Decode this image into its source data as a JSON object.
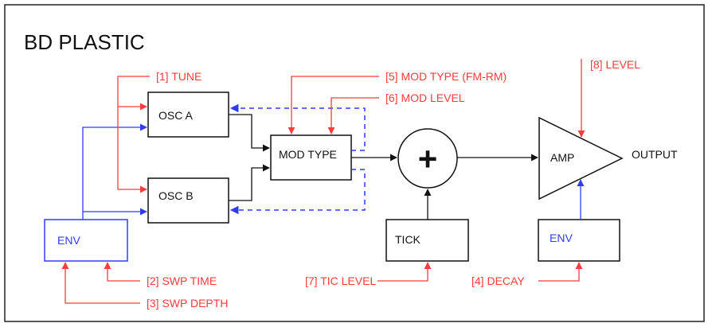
{
  "title": "BD PLASTIC",
  "blocks": {
    "osc_a": "OSC A",
    "osc_b": "OSC B",
    "mod_type": "MOD TYPE",
    "env_left": "ENV",
    "tick": "TICK",
    "amp": "AMP",
    "env_right": "ENV",
    "sum_symbol": "+"
  },
  "labels": {
    "output": "OUTPUT"
  },
  "params": {
    "tune": "[1] TUNE",
    "swp_time": "[2] SWP TIME",
    "swp_depth": "[3] SWP DEPTH",
    "decay": "[4] DECAY",
    "mod_type": "[5] MOD TYPE (FM-RM)",
    "mod_level": "[6] MOD LEVEL",
    "tic_level": "[7] TIC LEVEL",
    "level": "[8] LEVEL"
  },
  "colors": {
    "param": "#ff3b3b",
    "envelope": "#2e3bff",
    "signal": "#111111",
    "feedback_dashed": "#2e3bff"
  }
}
